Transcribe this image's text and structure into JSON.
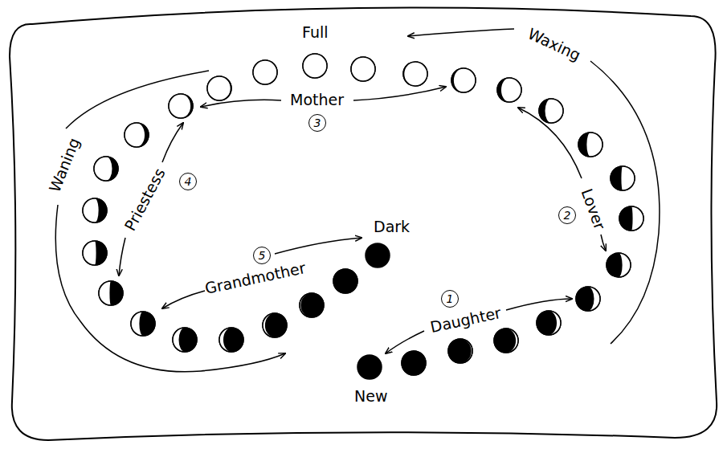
{
  "diagram": {
    "labels": [
      "Full",
      "Waxing",
      "Mother",
      "3",
      "Waning",
      "Priestess",
      "4",
      "Lover",
      "2",
      "Dark",
      "5",
      "Grandmother",
      "1",
      "Daughter",
      "New"
    ]
  }
}
